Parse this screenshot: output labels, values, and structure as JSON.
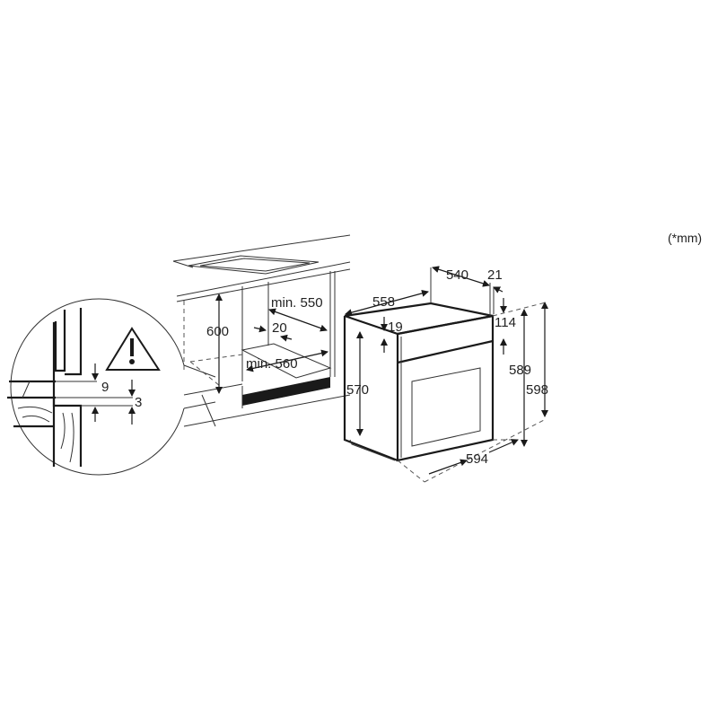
{
  "units_label": "(*mm)",
  "detail_inset": {
    "warning_icon": "warning-triangle-icon",
    "gap_top": "9",
    "gap_bottom": "3"
  },
  "cabinet": {
    "height": "600",
    "depth_min": "min. 550",
    "ventilation_gap": "20",
    "width_min": "min. 560"
  },
  "oven": {
    "depth_body": "540",
    "front_thickness": "21",
    "width_top": "558",
    "top_offset": "19",
    "control_panel_height": "114",
    "body_height": "570",
    "front_height": "589",
    "total_height": "598",
    "total_width": "594"
  }
}
